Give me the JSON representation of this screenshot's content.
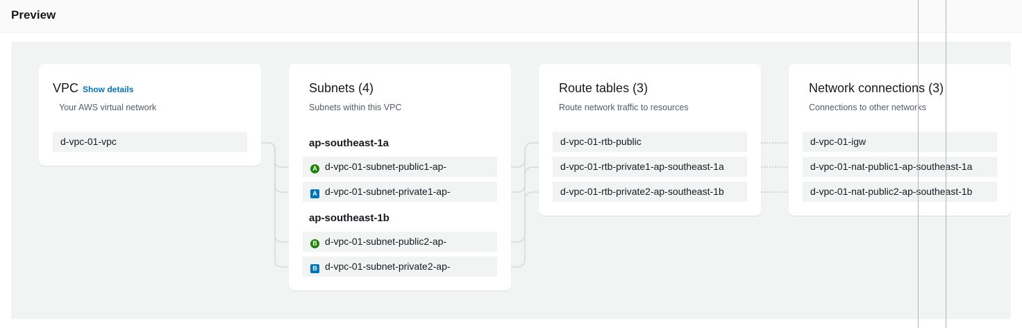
{
  "header": {
    "title": "Preview"
  },
  "vpc": {
    "title": "VPC",
    "show_details_label": "Show details",
    "description": "Your AWS virtual network",
    "items": [
      "d-vpc-01-vpc"
    ]
  },
  "subnets": {
    "title": "Subnets (4)",
    "description": "Subnets within this VPC",
    "groups": [
      {
        "zone": "ap-southeast-1a",
        "items": [
          {
            "badge": "A",
            "type": "public",
            "label": "d-vpc-01-subnet-public1-ap-"
          },
          {
            "badge": "A",
            "type": "private",
            "label": "d-vpc-01-subnet-private1-ap-"
          }
        ]
      },
      {
        "zone": "ap-southeast-1b",
        "items": [
          {
            "badge": "B",
            "type": "public",
            "label": "d-vpc-01-subnet-public2-ap-"
          },
          {
            "badge": "B",
            "type": "private",
            "label": "d-vpc-01-subnet-private2-ap-"
          }
        ]
      }
    ]
  },
  "route_tables": {
    "title": "Route tables (3)",
    "description": "Route network traffic to resources",
    "items": [
      "d-vpc-01-rtb-public",
      "d-vpc-01-rtb-private1-ap-southeast-1a",
      "d-vpc-01-rtb-private2-ap-southeast-1b"
    ]
  },
  "network_connections": {
    "title": "Network connections (3)",
    "description": "Connections to other networks",
    "items": [
      "d-vpc-01-igw",
      "d-vpc-01-nat-public1-ap-southeast-1a",
      "d-vpc-01-nat-public2-ap-southeast-1b"
    ]
  },
  "colors": {
    "public_badge": "#1d8102",
    "private_badge": "#0073bb",
    "link": "#0073bb",
    "connector": "#d5dbdb"
  }
}
